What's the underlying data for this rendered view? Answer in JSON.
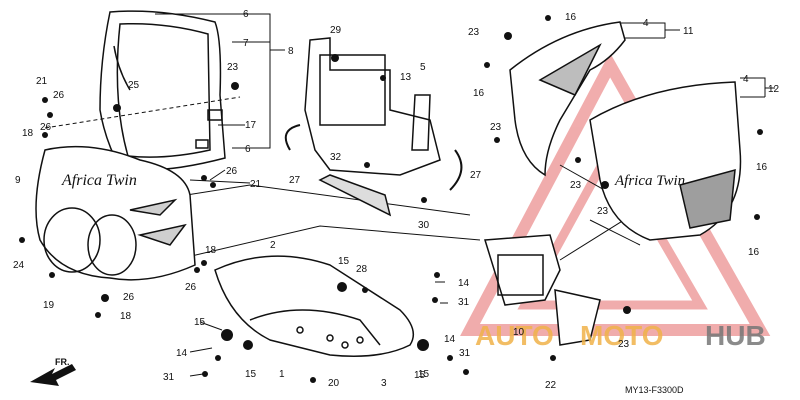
{
  "diagram": {
    "code": "MY13-F3300D",
    "front_label": "FR.",
    "watermark": {
      "part1": "AUTO",
      "part2": "MOTO",
      "part3": "HUB",
      "accent_color": "#f0b24a",
      "gray_color": "#777777",
      "triangle_color": "#e56a6a"
    },
    "fairing_decal": "Africa Twin"
  },
  "callouts": [
    {
      "id": "c6a",
      "label": "6"
    },
    {
      "id": "c7",
      "label": "7"
    },
    {
      "id": "c8",
      "label": "8"
    },
    {
      "id": "c29",
      "label": "29"
    },
    {
      "id": "c23a",
      "label": "23"
    },
    {
      "id": "c16a",
      "label": "16"
    },
    {
      "id": "c4a",
      "label": "4"
    },
    {
      "id": "c11",
      "label": "11"
    },
    {
      "id": "c21a",
      "label": "21"
    },
    {
      "id": "c25",
      "label": "25"
    },
    {
      "id": "c23b",
      "label": "23"
    },
    {
      "id": "c13",
      "label": "13"
    },
    {
      "id": "c5",
      "label": "5"
    },
    {
      "id": "c16b",
      "label": "16"
    },
    {
      "id": "c4b",
      "label": "4"
    },
    {
      "id": "c12",
      "label": "12"
    },
    {
      "id": "c26a",
      "label": "26"
    },
    {
      "id": "c18a",
      "label": "18"
    },
    {
      "id": "c26b",
      "label": "26"
    },
    {
      "id": "c17",
      "label": "17"
    },
    {
      "id": "c6b",
      "label": "6"
    },
    {
      "id": "c23c",
      "label": "23"
    },
    {
      "id": "c16c",
      "label": "16"
    },
    {
      "id": "c32",
      "label": "32"
    },
    {
      "id": "c9",
      "label": "9"
    },
    {
      "id": "c26c",
      "label": "26"
    },
    {
      "id": "c21b",
      "label": "21"
    },
    {
      "id": "c27a",
      "label": "27"
    },
    {
      "id": "c27b",
      "label": "27"
    },
    {
      "id": "c23d",
      "label": "23"
    },
    {
      "id": "c23e",
      "label": "23"
    },
    {
      "id": "c30",
      "label": "30"
    },
    {
      "id": "c16d",
      "label": "16"
    },
    {
      "id": "c24",
      "label": "24"
    },
    {
      "id": "c2",
      "label": "2"
    },
    {
      "id": "c18b",
      "label": "18"
    },
    {
      "id": "c26d",
      "label": "26"
    },
    {
      "id": "c19",
      "label": "19"
    },
    {
      "id": "c15a",
      "label": "15"
    },
    {
      "id": "c28",
      "label": "28"
    },
    {
      "id": "c14a",
      "label": "14"
    },
    {
      "id": "c31a",
      "label": "31"
    },
    {
      "id": "c26e",
      "label": "26"
    },
    {
      "id": "c18c",
      "label": "18"
    },
    {
      "id": "c10",
      "label": "10"
    },
    {
      "id": "c23f",
      "label": "23"
    },
    {
      "id": "c15b",
      "label": "15"
    },
    {
      "id": "c14b",
      "label": "14"
    },
    {
      "id": "c15c",
      "label": "15"
    },
    {
      "id": "c14c",
      "label": "14"
    },
    {
      "id": "c31b",
      "label": "31"
    },
    {
      "id": "c31c",
      "label": "31"
    },
    {
      "id": "c15d",
      "label": "15"
    },
    {
      "id": "c1",
      "label": "1"
    },
    {
      "id": "c20",
      "label": "20"
    },
    {
      "id": "c3",
      "label": "3"
    },
    {
      "id": "c15e",
      "label": "15"
    },
    {
      "id": "c22",
      "label": "22"
    }
  ]
}
